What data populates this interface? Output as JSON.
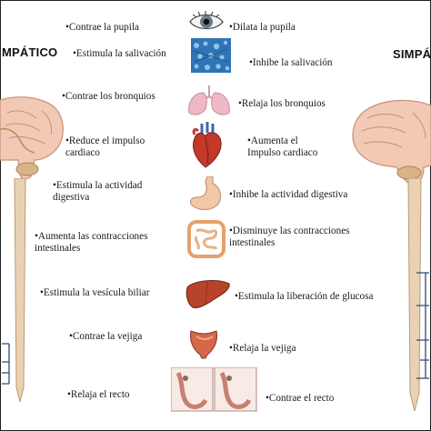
{
  "titles": {
    "left": "MPÁTICO",
    "right": "SIMPÁ"
  },
  "organs": [
    {
      "name": "eye-icon",
      "left": "•Contrae  la pupila",
      "right": "•Dilata la pupila"
    },
    {
      "name": "salivary-gland-icon",
      "left": "•Estimula la salivación",
      "right": "•Inhibe la salivación"
    },
    {
      "name": "lungs-icon",
      "left": "•Contrae los bronquios",
      "right": "•Relaja los bronquios"
    },
    {
      "name": "heart-icon",
      "left": "•Reduce el impulso\ncardiaco",
      "right": "•Aumenta el\nImpulso cardiaco"
    },
    {
      "name": "stomach-icon",
      "left": "•Estimula la actividad\n      digestiva",
      "right": "•Inhibe la actividad digestiva"
    },
    {
      "name": "intestines-icon",
      "left": "•Aumenta  las contracciones\nintestinales",
      "right": "•Disminuye las contracciones\nintestinales"
    },
    {
      "name": "liver-icon",
      "left": "•Estimula la vesícula biliar",
      "right": "•Estimula la liberación de glucosa"
    },
    {
      "name": "bladder-icon",
      "left": "•Contrae la vejiga",
      "right": "•Relaja la vejiga"
    },
    {
      "name": "rectum-icon",
      "left": "•Relaja el recto",
      "right": "•Contrae el recto"
    }
  ],
  "colors": {
    "brain": "#f2c9b5",
    "brain_outline": "#c98e74",
    "cord": "#e9d2b4",
    "nerve": "#2d4a7a"
  }
}
